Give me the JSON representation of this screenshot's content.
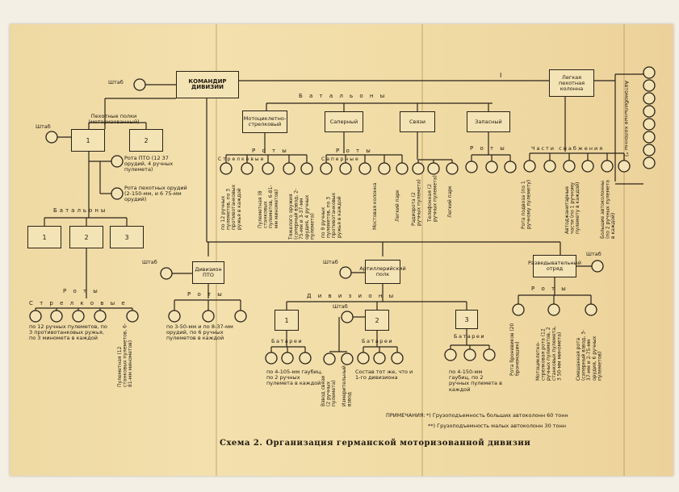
{
  "header": {
    "commander": "КОМАНДИР ДИВИЗИИ",
    "staff": "Штаб",
    "marker_one": "I"
  },
  "battalions_title": "Б а т а л ь о н ы",
  "battalions": [
    "Мотоциклетно-стрелковый",
    "Саперный",
    "Связи",
    "Запасный"
  ],
  "light_column": "Легкая пехотная колонна",
  "auto_columns": "Автомобильные колонны *)",
  "infantry": {
    "regiment": "Пехотные полки (моторизованный)",
    "numbers": [
      "1",
      "2"
    ],
    "pto_company": "Рота ПТО (12 37 орудий, 4 ручных пулемета)",
    "gun_company": "Рота пехотных орудий (2-150-мм, и 6 75-мм орудий)",
    "battalions_label": "Батальоны",
    "battalion_numbers": [
      "1",
      "2",
      "3"
    ],
    "companies_label": "Р о т ы",
    "rifle_label": "С т р е л к о в ы е",
    "rifle_text": "по 12 ручных пулеметов, по 3 противотанковых ружья, по 3 миномета в каждой",
    "mg_text": "Пулеметная (12 станковых пулеметов, 6-81-мм минометов)"
  },
  "moto": {
    "companies_label": "Р о т ы",
    "rifle_label": "Стрелковые",
    "t1": "по 12 ручных пулеметов, по 3 противотанковых ружья в каждой",
    "t2": "Пулеметная (8 станковых пулеметов, 6-81-мм минометов)",
    "t3": "Тяжелого оружия (саперный взвод, 2-75-мм и 3-37-мм орудия, 4 ручных пулемета)"
  },
  "sapper": {
    "label": "Саперные",
    "t1": "по 9 ручных пулеметов, по 3 противотанковых ружья в каждой",
    "t2": "Мостовая колонна",
    "t3": "Легкий парк"
  },
  "signal": {
    "t1": "Радиорота (2 ручных пулемета)",
    "t2": "Телефонная (2 ручных пулемета)",
    "t3": "Легкий парк"
  },
  "supply": {
    "label": "Части снабжения",
    "t1": "Рота подвоза (по 1 ручному пулемету)",
    "t2": "Автоджанитарные части (по 1 ручному пулемету в каждой)",
    "t3": "Большие автоколонны (по 2 ручных пулемета в каждой)"
  },
  "pto_division": {
    "title": "Дивизион ПТО",
    "companies_label": "Р о т ы",
    "text": "по 3-50-мм и по 8-37-мм орудий, по 6 ручных пулеметов в каждой"
  },
  "artillery": {
    "title": "Артиллерийский полк",
    "divisions_label": "Д и в и з и о н ы",
    "numbers": [
      "1",
      "2",
      "3"
    ],
    "batteries": "Батареи",
    "b1_text": "по 4-105-мм гаубиц, по 2 ручных пулемета в каждой",
    "b2_text": "Состав тот же, что и 1-го дивизиона",
    "b3_text": "по 4-150-мм гаубиц, по 2 ручных пулемета в каждой",
    "signal_platoon": "Взвод связи (2 ручных пулемета)",
    "measure_platoon": "Измерительный взвод"
  },
  "recon": {
    "title": "Разведывательный отряд",
    "companies_label": "Р о т ы",
    "t1": "Рота броневиков (20 бронемашин)",
    "t2": "Мотоциклетно-стрелковая рота (12 ручных пулеметов, 2 станковых пулемета, 3 50-мм миномета)",
    "t3": "Смешанная рота (саперный взвод, 3-37-мм и 2-75-мм орудия, 6 ручных пулеметов)"
  },
  "notes": {
    "title": "ПРИМЕЧАНИЯ:",
    "n1": "*) Грузоподъемность больших автоколонн 60 тонн",
    "n2": "**) Грузоподъемность малых автоколонн 30 тонн"
  },
  "caption": "Схема 2. Организация германской моторизованной дивизии"
}
